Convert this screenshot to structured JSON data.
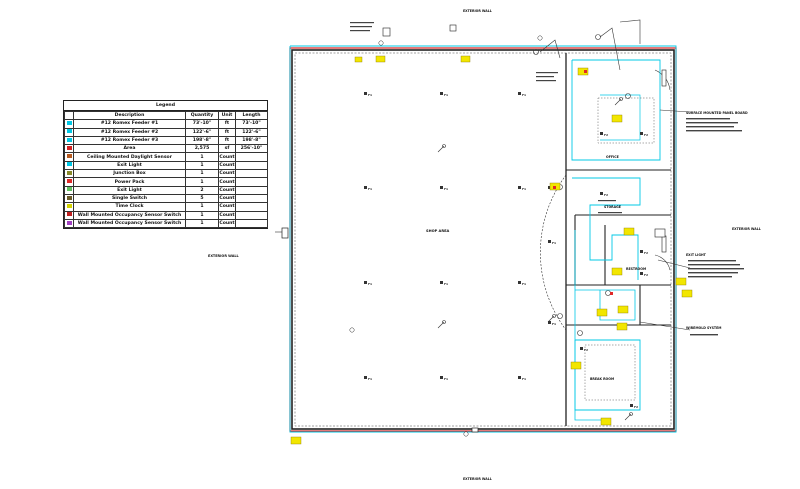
{
  "legend": {
    "title": "Legend",
    "headers": [
      "Description",
      "Quantity",
      "Unit",
      "Length"
    ],
    "rows": [
      {
        "swatch": "#00c8e6",
        "description": "#12 Romex Feeder #1",
        "quantity": "73'-10\"",
        "unit": "ft",
        "length": "73'-10\""
      },
      {
        "swatch": "#00c8e6",
        "description": "#12 Romex Feeder #2",
        "quantity": "122'-6\"",
        "unit": "ft",
        "length": "122'-6\""
      },
      {
        "swatch": "#00c8e6",
        "description": "#12 Romex Feeder #3",
        "quantity": "198'-8\"",
        "unit": "ft",
        "length": "198'-8\""
      },
      {
        "swatch": "#d62020",
        "description": "Area",
        "quantity": "2,575",
        "unit": "sf",
        "length": "256'-10\""
      },
      {
        "swatch": "#b85a1e",
        "description": "Ceiling Mounted Daylight Sensor",
        "quantity": "1",
        "unit": "Count",
        "length": ""
      },
      {
        "swatch": "#00c8e6",
        "description": "Exit Light",
        "quantity": "1",
        "unit": "Count",
        "length": ""
      },
      {
        "swatch": "#8a8a2a",
        "description": "Junction Box",
        "quantity": "1",
        "unit": "Count",
        "length": ""
      },
      {
        "swatch": "#e02828",
        "description": "Power Pack",
        "quantity": "1",
        "unit": "Count",
        "length": ""
      },
      {
        "swatch": "#60c060",
        "description": "Exit Light",
        "quantity": "2",
        "unit": "Count",
        "length": ""
      },
      {
        "swatch": "#6a5a2a",
        "description": "Single Switch",
        "quantity": "5",
        "unit": "Count",
        "length": ""
      },
      {
        "swatch": "#d4d400",
        "description": "Time Clock",
        "quantity": "1",
        "unit": "Count",
        "length": ""
      },
      {
        "swatch": "#c02020",
        "description": "Wall Mounted Occupancy Sensor Switch",
        "quantity": "1",
        "unit": "Count",
        "length": ""
      },
      {
        "swatch": "#a040c0",
        "description": "Wall Mounted Occupancy Sensor Switch",
        "quantity": "1",
        "unit": "Count",
        "length": ""
      }
    ],
    "footnote": "EXTERIOR WALL"
  },
  "plan": {
    "shop_label": "SHOP AREA",
    "room_labels": [
      "OFFICE",
      "STORAGE",
      "BREAK ROOM",
      "RESTROOM"
    ],
    "north_label": "EXTERIOR WALL",
    "south_label": "EXTERIOR WALL",
    "east_label": "EXTERIOR WALL",
    "notes": [
      "SURFACE MOUNTED PANEL BOARD",
      "EXIT LIGHT",
      "WIREMOLD SYSTEM"
    ],
    "colors": {
      "area": "#d62020",
      "feeder": "#00c8e6",
      "wall": "#222222",
      "tag": "#f2e600"
    }
  }
}
